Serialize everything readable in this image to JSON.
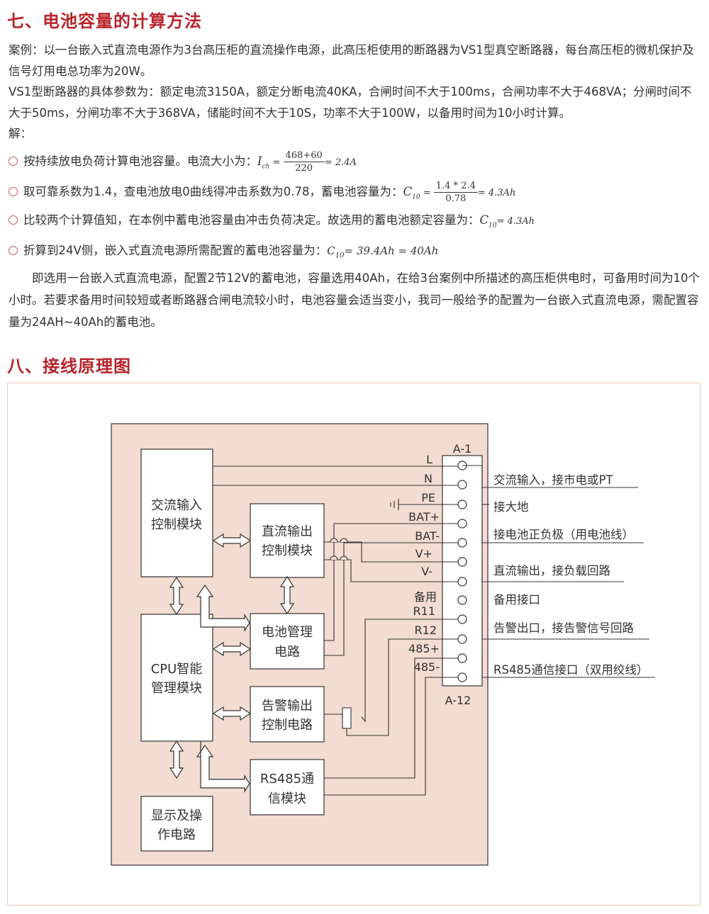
{
  "section7": {
    "title": "七、电池容量的计算方法",
    "case_text": "案例：以一台嵌入式直流电源作为3台高压柜的直流操作电源，此高压柜使用的断路器为VS1型真空断路器，每台高压柜的微机保护及信号灯用电总功率为20W。",
    "params_text": "VS1型断路器的具体参数为：额定电流3150A，额定分断电流40KA，合闸时间不大于100ms，合闸功率不大于468VA；分闸时间不大于50ms，分闸功率不大于368VA，储能时间不大于10S，功率不大于100W，以备用时间为10小时计算。",
    "solve_label": "解：",
    "steps": [
      {
        "text": "按持续放电负荷计算电池容量。电流大小为：",
        "lhs": "I",
        "lhs_sub": "ch",
        "num": "468+60",
        "den": "220",
        "rhs": "= 2.4A"
      },
      {
        "text": "取可靠系数为1.4，查电池放电0曲线得冲击系数为0.78，蓄电池容量为：",
        "lhs": "C",
        "lhs_sub": "10",
        "num": "1.4 * 2.4",
        "den": "0.78",
        "rhs": "= 4.3Ah"
      },
      {
        "text": "比较两个计算值知，在本例中蓄电池容量由冲击负荷决定。故选用的蓄电池额定容量为：",
        "lhs": "C",
        "lhs_sub": "10",
        "rhs": "= 4.3Ah"
      },
      {
        "text": "折算到24V侧，嵌入式直流电源所需配置的蓄电池容量为：",
        "lhs": "C",
        "lhs_sub": "10",
        "rhs": "= 39.4Ah = 40Ah"
      }
    ],
    "conclusion": "即选用一台嵌入式直流电源，配置2节12V的蓄电池，容量选用40Ah，在给3台案例中所描述的高压柜供电时，可备用时间为10个小时。若要求备用时间较短或者断路器合闸电流较小时，电池容量会适当变小，我司一般给予的配置为一台嵌入式直流电源，需配置容量为24AH~40Ah的蓄电池。"
  },
  "section8": {
    "title": "八、接线原理图",
    "modules": {
      "ac_input": [
        "交流输入",
        "控制模块"
      ],
      "dc_output": [
        "直流输出",
        "控制模块"
      ],
      "cpu": [
        "CPU智能",
        "管理模块"
      ],
      "battery_mgmt": [
        "电池管理",
        "电路"
      ],
      "alarm_output": [
        "告警输出",
        "控制电路"
      ],
      "rs485": [
        "RS485通",
        "信模块"
      ],
      "display": [
        "显示及操",
        "作电路"
      ]
    },
    "terminal_top": "A-1",
    "terminal_bottom": "A-12",
    "terminal_labels": [
      "L",
      "N",
      "PE",
      "BAT+",
      "BAT-",
      "V+",
      "V-",
      "备用",
      "R11",
      "R12",
      "485+",
      "485-"
    ],
    "descriptions": [
      "交流输入，接市电或PT",
      "接大地",
      "接电池正负极（用电池线）",
      "直流输出，接负载回路",
      "备用接口",
      "告警出口，接告警信号回路",
      "RS485通信接口（双用绞线）"
    ],
    "colors": {
      "panel": "#f3dcd2",
      "accent": "#b8232a",
      "line": "#333333"
    }
  }
}
